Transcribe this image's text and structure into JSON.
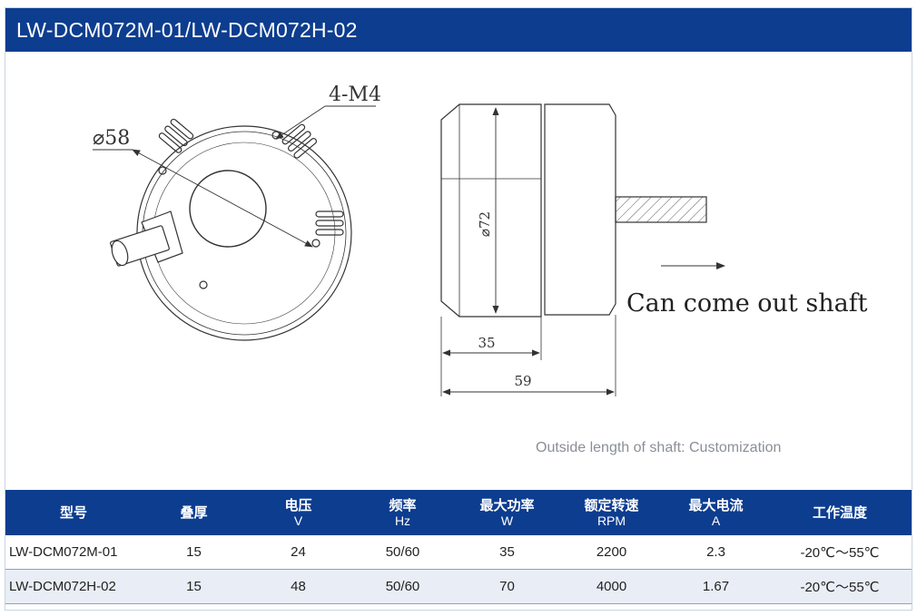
{
  "header": {
    "title": "LW-DCM072M-01/LW-DCM072H-02"
  },
  "drawing": {
    "diameter_front": "⌀58",
    "thread_label": "4-M4",
    "diameter_side": "⌀72",
    "dim_body": "35",
    "dim_total": "59",
    "shaft_note": "Can come out shaft"
  },
  "note": "Outside length of shaft: Customization",
  "table": {
    "headers": [
      {
        "label": "型号",
        "unit": ""
      },
      {
        "label": "叠厚",
        "unit": ""
      },
      {
        "label": "电压",
        "unit": "V"
      },
      {
        "label": "频率",
        "unit": "Hz"
      },
      {
        "label": "最大功率",
        "unit": "W"
      },
      {
        "label": "额定转速",
        "unit": "RPM"
      },
      {
        "label": "最大电流",
        "unit": "A"
      },
      {
        "label": "工作温度",
        "unit": ""
      }
    ],
    "rows": [
      [
        "LW-DCM072M-01",
        "15",
        "24",
        "50/60",
        "35",
        "2200",
        "2.3",
        "-20℃～55℃"
      ],
      [
        "LW-DCM072H-02",
        "15",
        "48",
        "50/60",
        "70",
        "4000",
        "1.67",
        "-20℃～55℃"
      ]
    ]
  },
  "colors": {
    "header_blue": "#0d3d8f",
    "row_alt": "#e9eef6",
    "note_gray": "#8a8f96"
  }
}
